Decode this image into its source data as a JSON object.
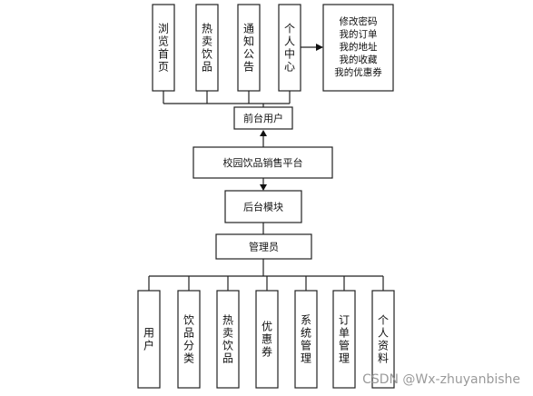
{
  "diagram": {
    "top_items": [
      {
        "id": "browse",
        "text": "浏览首页"
      },
      {
        "id": "hot",
        "text": "热卖饮品"
      },
      {
        "id": "notice",
        "text": "通知公告"
      },
      {
        "id": "personal",
        "text": "个人中心"
      }
    ],
    "personal_detail": [
      "修改密码",
      "我的订单",
      "我的地址",
      "我的收藏",
      "我的优惠券"
    ],
    "front_user": "前台用户",
    "platform": "校园饮品销售平台",
    "backend": "后台模块",
    "admin": "管理员",
    "bottom_items": [
      {
        "id": "user",
        "text": "用户"
      },
      {
        "id": "category",
        "text": "饮品分类"
      },
      {
        "id": "hot-admin",
        "text": "热卖饮品"
      },
      {
        "id": "coupon",
        "text": "优惠券"
      },
      {
        "id": "system",
        "text": "系统管理"
      },
      {
        "id": "order",
        "text": "订单管理"
      },
      {
        "id": "profile",
        "text": "个人资料"
      }
    ]
  },
  "watermark": "CSDN @Wx-zhuyanbishe"
}
